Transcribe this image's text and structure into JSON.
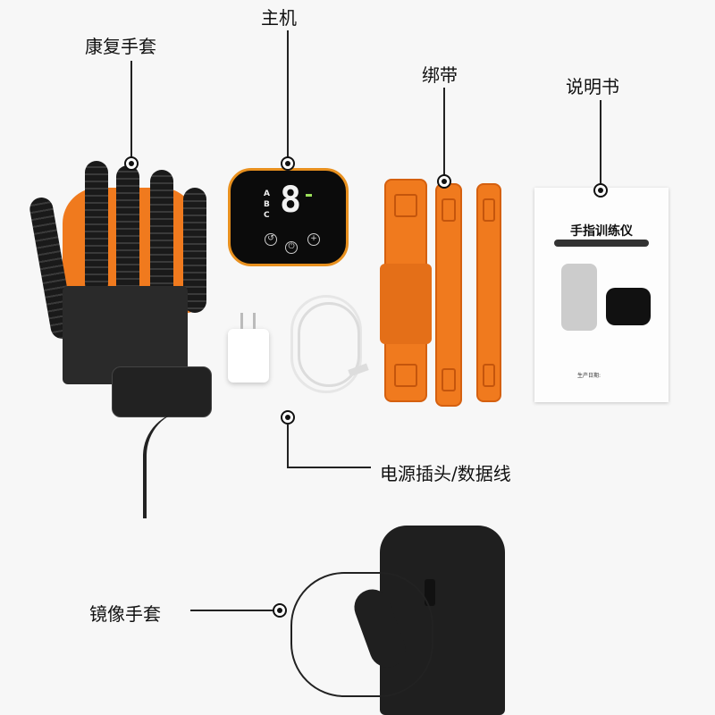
{
  "labels": {
    "rehab_glove": "康复手套",
    "host": "主机",
    "strap": "绑带",
    "manual": "说明书",
    "power_cable": "电源插头/数据线",
    "mirror_glove": "镜像手套"
  },
  "controller": {
    "modes": [
      "A",
      "B",
      "C"
    ],
    "display_digit": "8",
    "accent_color": "#e8901e",
    "indicator_color": "#9be05a"
  },
  "manual_cover": {
    "title": "手指训练仪",
    "date_label": "生产日期:"
  },
  "colors": {
    "glove_orange": "#f07a1e",
    "glove_black": "#1a1a1a"
  }
}
